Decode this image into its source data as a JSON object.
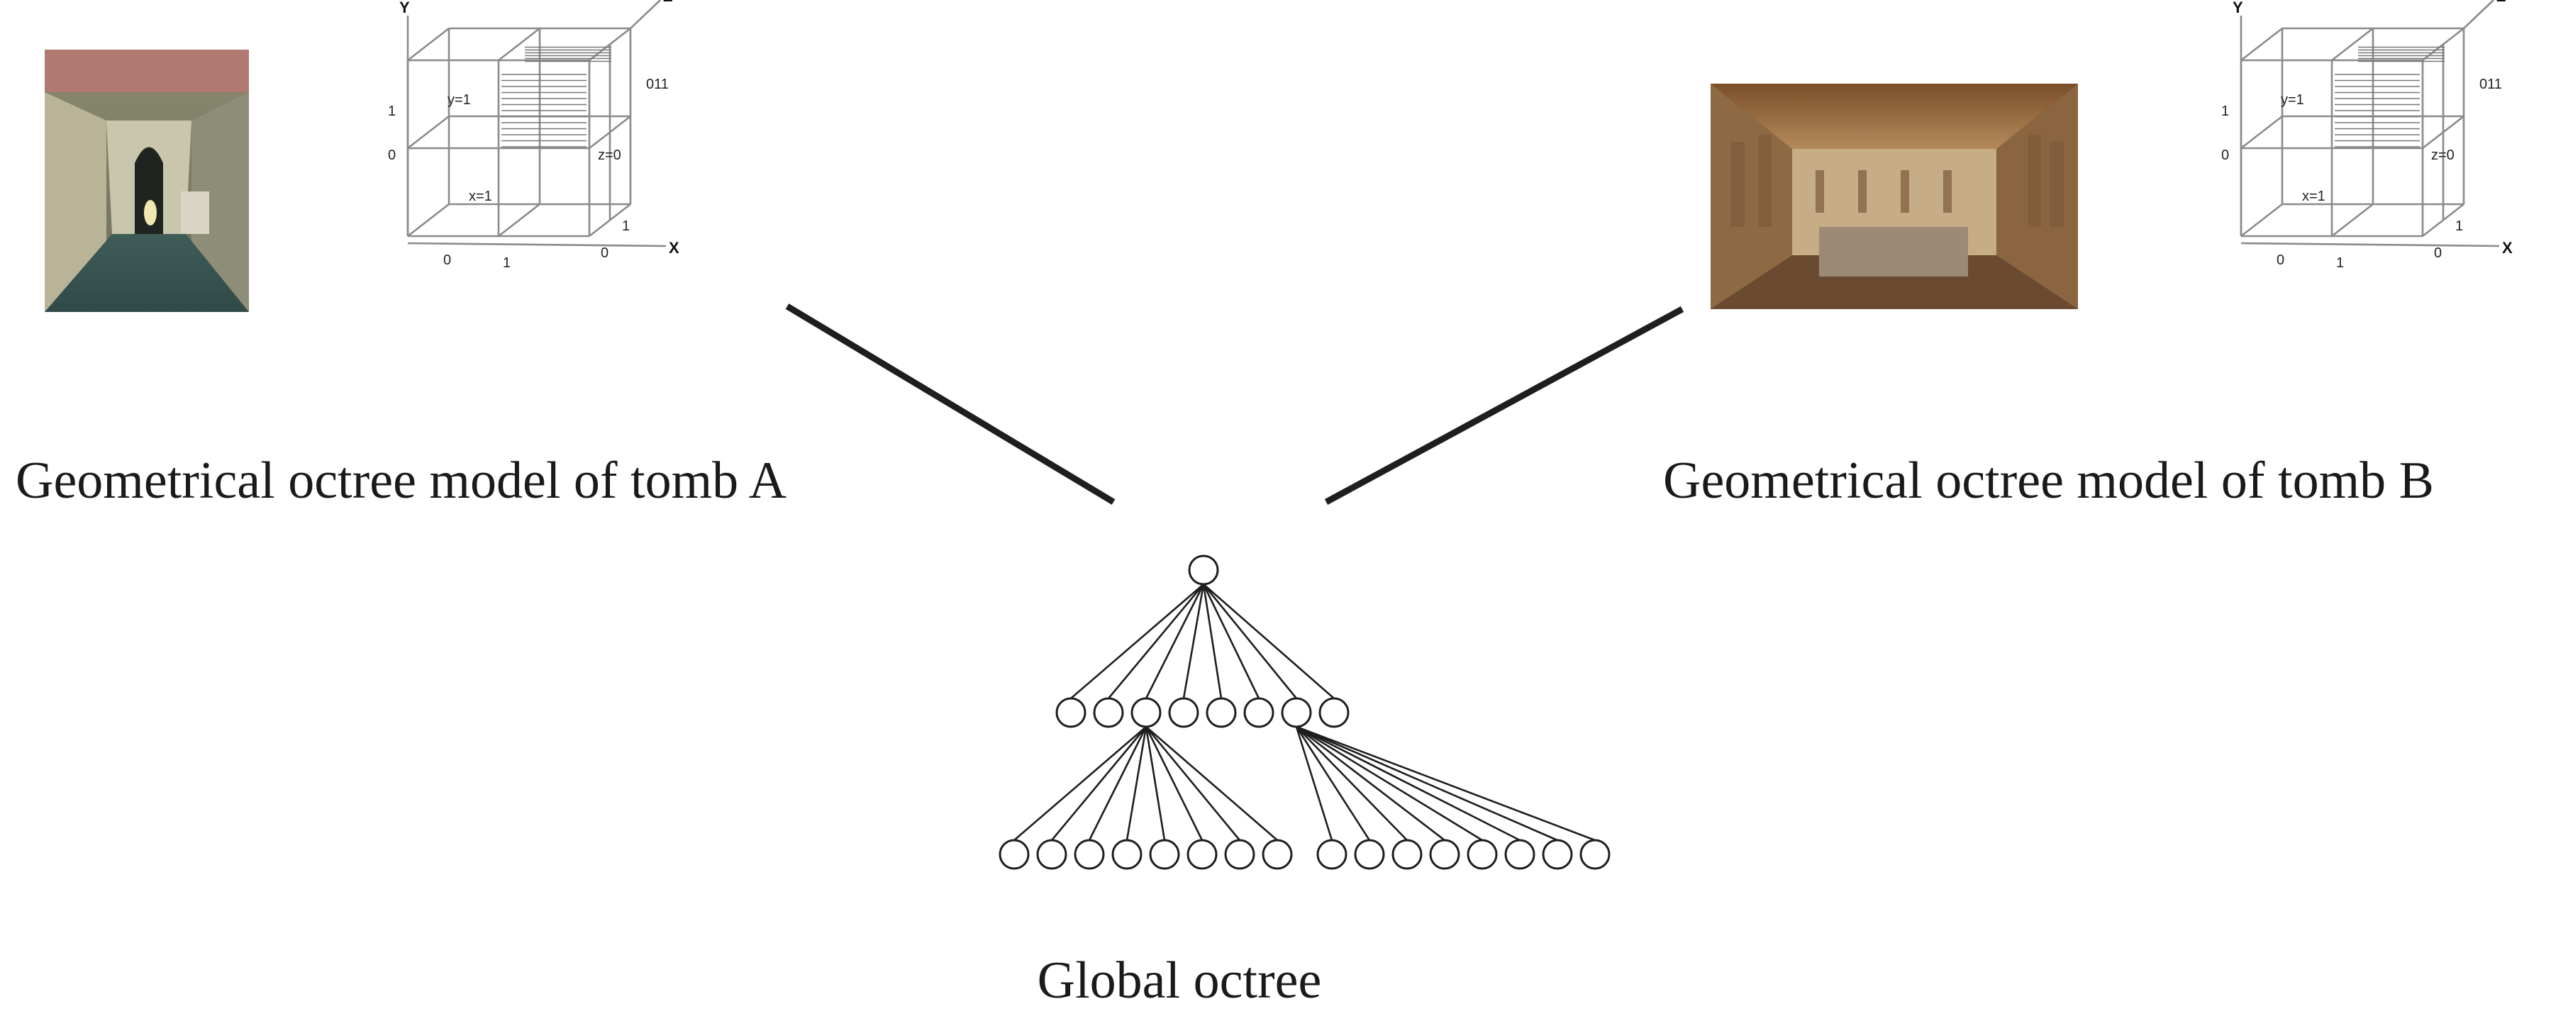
{
  "tombs": [
    {
      "id": "a",
      "caption": "Geometrical octree model of tomb A",
      "photo_icon": "tomb-corridor-photo",
      "cube": {
        "axis_x": "X",
        "axis_y": "Y",
        "axis_z": "Z",
        "label_octant": "011",
        "label_y1": "y=1",
        "label_z0": "z=0",
        "label_x1": "x=1",
        "tick_y0": "0",
        "tick_y1": "1",
        "tick_x0": "0",
        "tick_x1": "1",
        "tick_z0": "0",
        "tick_z1": "1"
      }
    },
    {
      "id": "b",
      "caption": "Geometrical octree model of tomb B",
      "photo_icon": "tomb-chamber-photo",
      "cube": {
        "axis_x": "X",
        "axis_y": "Y",
        "axis_z": "Z",
        "label_octant": "011",
        "label_y1": "y=1",
        "label_z0": "z=0",
        "label_x1": "x=1",
        "tick_y0": "0",
        "tick_y1": "1",
        "tick_x0": "0",
        "tick_x1": "1",
        "tick_z0": "0",
        "tick_z1": "1"
      }
    }
  ],
  "global_octree": {
    "caption": "Global octree",
    "root": 1,
    "level1_children": 8,
    "level2_groups": [
      {
        "parent_index": 2,
        "children": 8
      },
      {
        "parent_index": 6,
        "children": 8
      }
    ]
  },
  "colors": {
    "ink": "#1e1e1e",
    "cube_grid": "#8a8a8a",
    "photo_a_ceiling": "#b07a72",
    "photo_b_ceiling": "#8c5a2e"
  }
}
